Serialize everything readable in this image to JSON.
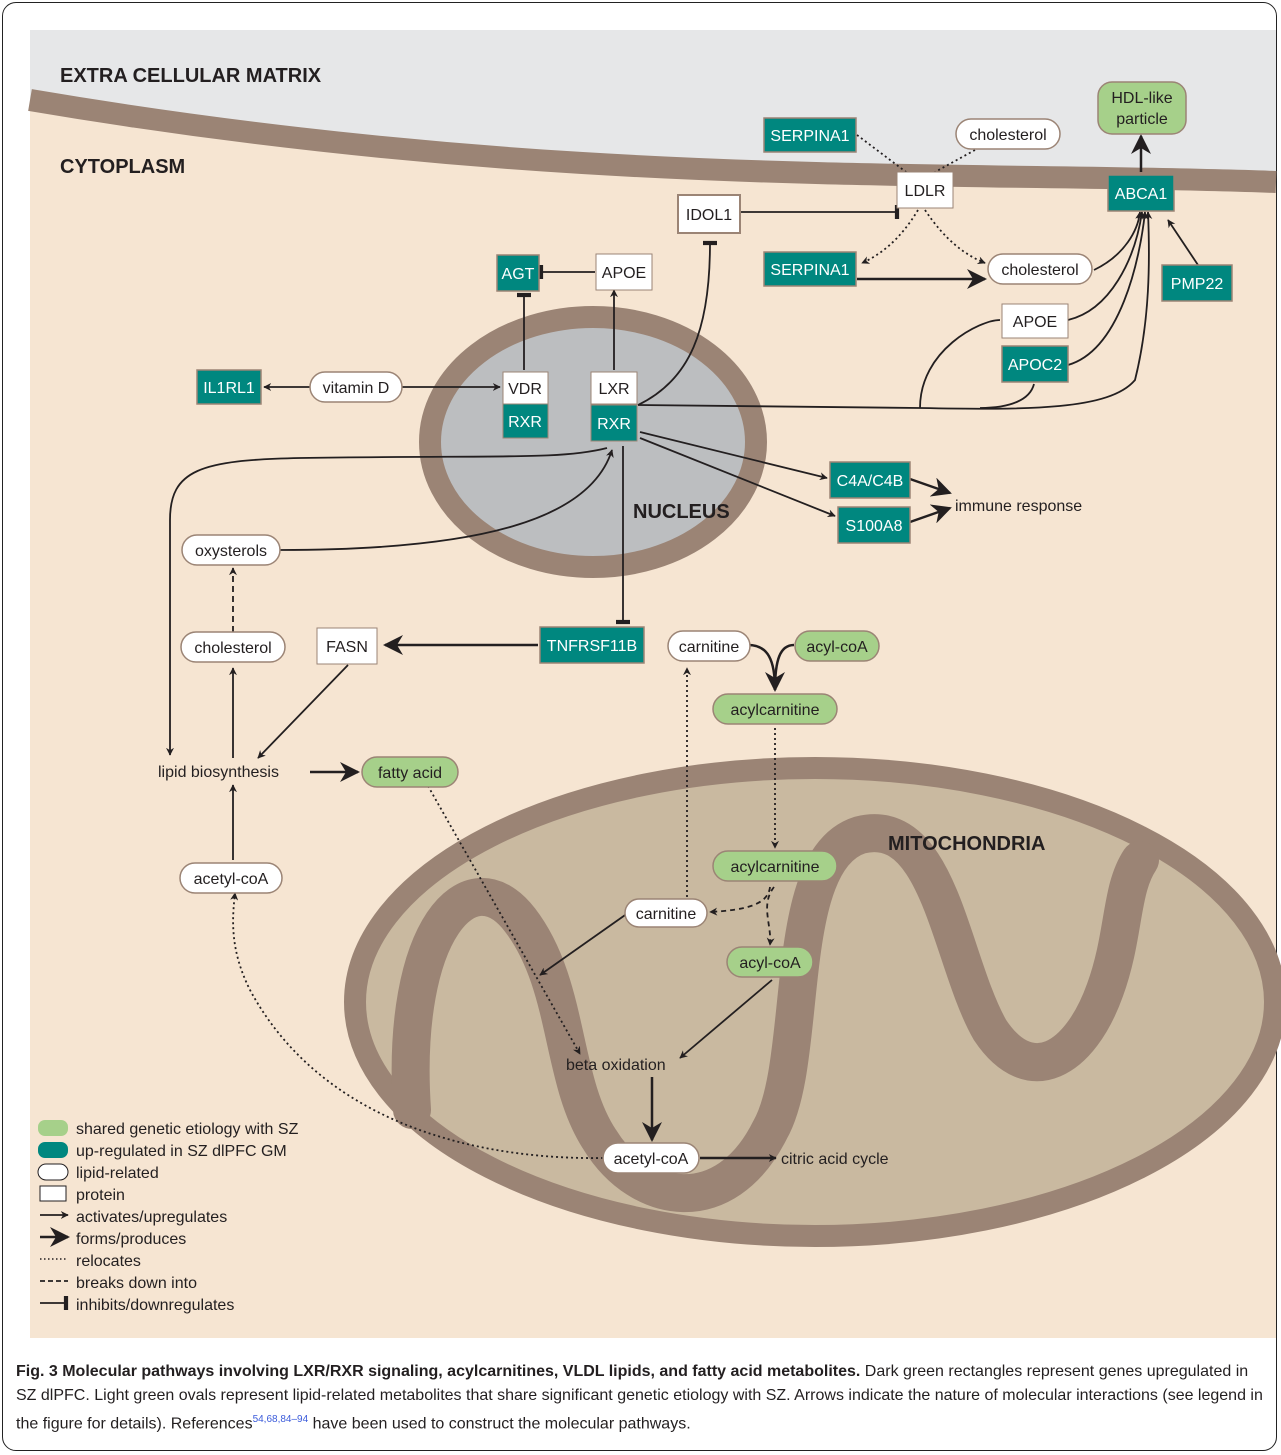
{
  "regions": {
    "ecm": "EXTRA CELLULAR MATRIX",
    "cytoplasm": "CYTOPLASM",
    "nucleus": "NUCLEUS",
    "mitochondria": "MITOCHONDRIA"
  },
  "nodes": {
    "hdl_line1": "HDL-like",
    "hdl_line2": "particle",
    "serpina1_top": "SERPINA1",
    "cholesterol_top": "cholesterol",
    "ldlr": "LDLR",
    "abca1": "ABCA1",
    "idol1": "IDOL1",
    "agt": "AGT",
    "apoe_top": "APOE",
    "serpina1_mid": "SERPINA1",
    "cholesterol_mid": "cholesterol",
    "pmp22": "PMP22",
    "apoe_right": "APOE",
    "apoc2": "APOC2",
    "il1rl1": "IL1RL1",
    "vitamin_d": "vitamin D",
    "vdr": "VDR",
    "rxr_left": "RXR",
    "lxr": "LXR",
    "rxr_main": "RXR",
    "c4a_c4b": "C4A/C4B",
    "s100a8": "S100A8",
    "immune_response": "immune response",
    "oxysterols": "oxysterols",
    "cholesterol_low": "cholesterol",
    "fasn": "FASN",
    "tnfrsf11b": "TNFRSF11B",
    "carnitine_top": "carnitine",
    "acyl_coa_top": "acyl-coA",
    "acylcarnitine_top": "acylcarnitine",
    "lipid_biosynthesis": "lipid biosynthesis",
    "fatty_acid": "fatty acid",
    "acylcarnitine_mito": "acylcarnitine",
    "acetyl_coa_left": "acetyl-coA",
    "carnitine_mito": "carnitine",
    "acyl_coa_mito": "acyl-coA",
    "beta_oxidation": "beta oxidation",
    "acetyl_coa_mito": "acetyl-coA",
    "citric_acid_cycle": "citric acid cycle"
  },
  "legend": [
    {
      "symbol": "light-green-oval",
      "label": "shared genetic etiology with SZ"
    },
    {
      "symbol": "teal-oval",
      "label": "up-regulated in SZ dlPFC GM"
    },
    {
      "symbol": "white-oval",
      "label": "lipid-related"
    },
    {
      "symbol": "white-rect",
      "label": "protein"
    },
    {
      "symbol": "thin-arrow",
      "label": "activates/upregulates"
    },
    {
      "symbol": "bold-arrow",
      "label": "forms/produces"
    },
    {
      "symbol": "dotted-line",
      "label": "relocates"
    },
    {
      "symbol": "dashed-line",
      "label": "breaks down into"
    },
    {
      "symbol": "inhibit-bar",
      "label": "inhibits/downregulates"
    }
  ],
  "colors": {
    "teal": "#00877f",
    "light_green": "#a6d08a",
    "cytoplasm": "#f6e5d2",
    "ecm": "#e6e7e8",
    "membrane": "#9b8475",
    "nucleus": "#bcbec0",
    "mito_inner": "#c9b9a0"
  },
  "caption": {
    "title": "Fig. 3 Molecular pathways involving LXR/RXR signaling, acylcarnitines, VLDL lipids, and fatty acid metabolites.",
    "text_1": " Dark green rectangles represent genes upregulated in SZ dlPFC. Light green ovals represent lipid-related metabolites that share significant genetic etiology with SZ. Arrows indicate the nature of molecular interactions (see legend in the figure for details). References",
    "refs": "54,68,84–94",
    "text_2": " have been used to construct the molecular pathways."
  }
}
